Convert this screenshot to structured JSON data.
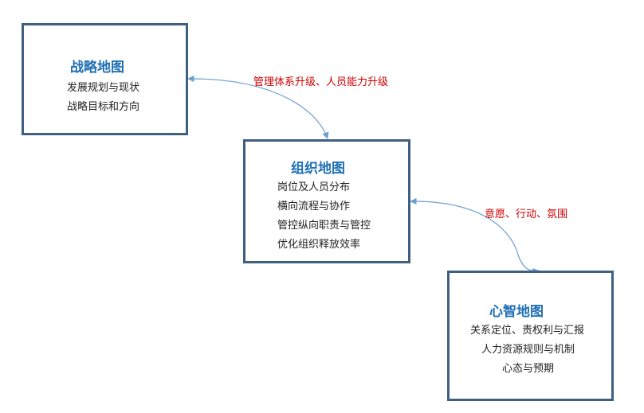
{
  "nodes": {
    "strategy": {
      "title": "战略地图",
      "lines": [
        "发展规划与现状",
        "战略目标和方向"
      ]
    },
    "organization": {
      "title": "组织地图",
      "lines": [
        "岗位及人员分布",
        "横向流程与协作",
        "管控纵向职责与管控",
        "优化组织释放效率"
      ]
    },
    "mind": {
      "title": "心智地图",
      "lines": [
        "关系定位、责权利与汇报",
        "人力资源规则与机制",
        "心态与预期"
      ]
    }
  },
  "edges": {
    "strategy_organization": {
      "label": "管理体系升级、人员能力升级"
    },
    "organization_mind": {
      "label": "意愿、行动、氛围"
    }
  },
  "colors": {
    "box_border": "#3f6080",
    "title": "#1f6fb5",
    "edge_label": "#d00000",
    "connector": "#6b9fd0"
  }
}
